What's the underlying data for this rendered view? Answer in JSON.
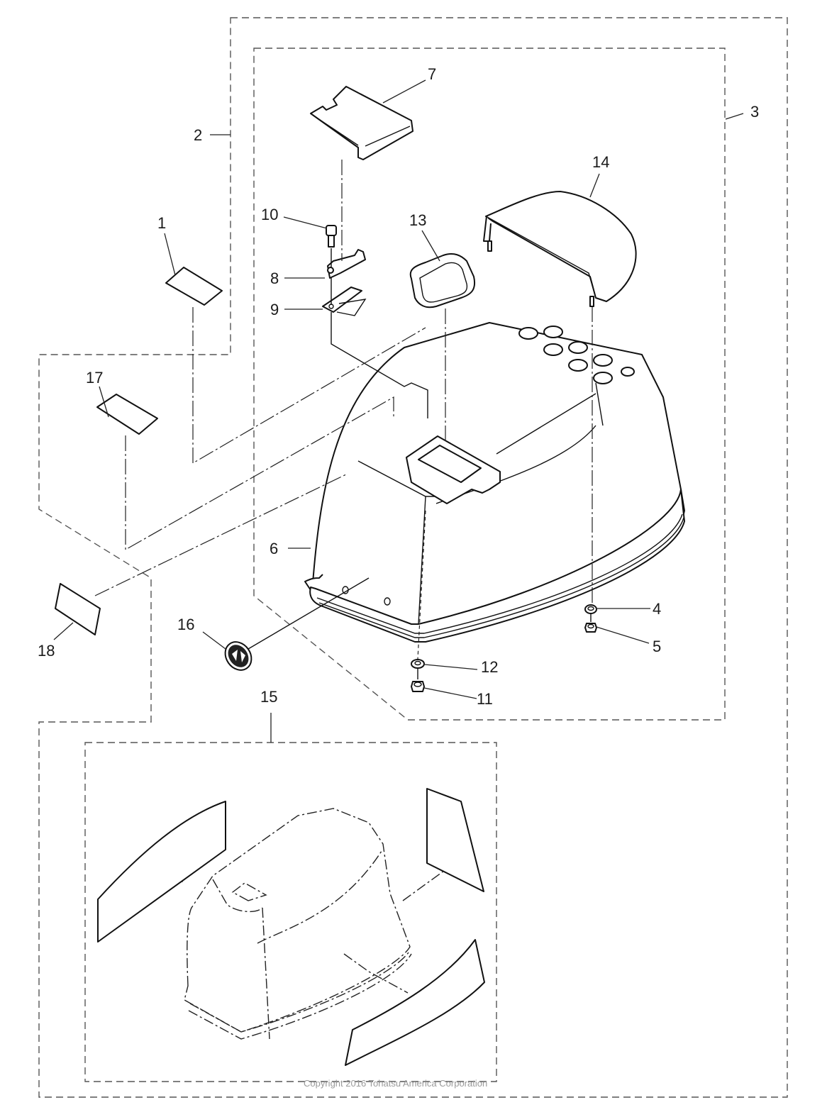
{
  "diagram": {
    "title": "Engine Cover (Top Cowling) Exploded Parts Diagram",
    "copyright": "Copyright 2016 Tohatsu America Corporation",
    "parts": [
      {
        "ref": "1",
        "label": "1",
        "description": "decal (small label)"
      },
      {
        "ref": "2",
        "label": "2",
        "description": "group outline: decal set"
      },
      {
        "ref": "3",
        "label": "3",
        "description": "group outline: top cowling assembly"
      },
      {
        "ref": "4",
        "label": "4",
        "description": "washer"
      },
      {
        "ref": "5",
        "label": "5",
        "description": "nut"
      },
      {
        "ref": "6",
        "label": "6",
        "description": "seal / rubber rim"
      },
      {
        "ref": "7",
        "label": "7",
        "description": "lid plate"
      },
      {
        "ref": "8",
        "label": "8",
        "description": "lever / latch hook"
      },
      {
        "ref": "9",
        "label": "9",
        "description": "plate"
      },
      {
        "ref": "10",
        "label": "10",
        "description": "bolt"
      },
      {
        "ref": "11",
        "label": "11",
        "description": "nut"
      },
      {
        "ref": "12",
        "label": "12",
        "description": "washer"
      },
      {
        "ref": "13",
        "label": "13",
        "description": "grommet / seal ring"
      },
      {
        "ref": "14",
        "label": "14",
        "description": "rear cover"
      },
      {
        "ref": "15",
        "label": "15",
        "description": "group outline: decal kit"
      },
      {
        "ref": "16",
        "label": "16",
        "description": "emblem"
      },
      {
        "ref": "17",
        "label": "17",
        "description": "decal"
      },
      {
        "ref": "18",
        "label": "18",
        "description": "decal"
      }
    ]
  }
}
